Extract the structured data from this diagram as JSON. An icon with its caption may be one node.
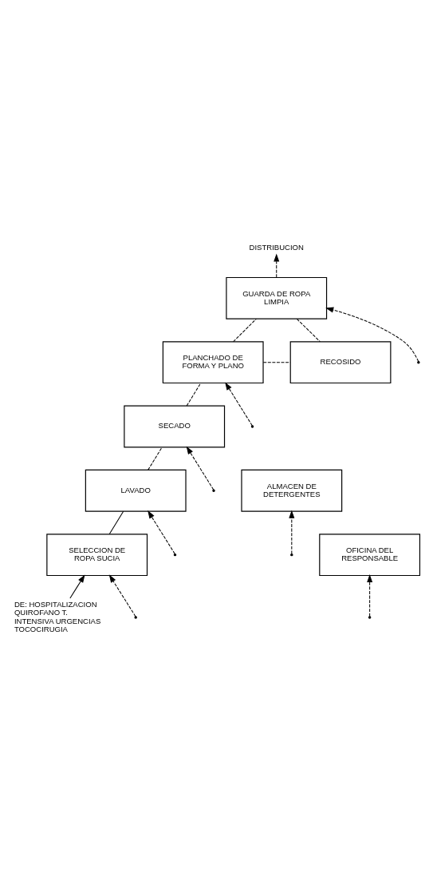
{
  "diagram": {
    "nodes": [
      {
        "text": [
          "DISTRIBUCION"
        ]
      },
      {
        "text": [
          "GUARDA DE ROPA LIMPIA"
        ]
      },
      {
        "text": [
          "PLANCHADO DE FORMA Y PLANO"
        ]
      },
      {
        "text": [
          "RECOSIDO"
        ]
      },
      {
        "text": [
          "SECADO"
        ]
      },
      {
        "text": [
          "LAVADO"
        ]
      },
      {
        "text": [
          "ALMACEN DE DETERGENTES"
        ]
      },
      {
        "text": [
          "SELECCION DE ROPA SUCIA"
        ]
      },
      {
        "text": [
          "OFICINA DEL RESPONSABLE"
        ]
      },
      {
        "text": [
          "DE: HOSPITALIZACION QUIROFANO T. INTENSIVA URGENCIAS TOCOCIRUGIA"
        ]
      }
    ],
    "edges": [
      {
        "from": 1,
        "to": 0,
        "arrow": "to",
        "style": "dashed"
      },
      {
        "from": 2,
        "to": 1,
        "arrow": "none",
        "style": "dashed"
      },
      {
        "from": 1,
        "to": 3,
        "arrow": "none",
        "style": "dashed"
      },
      {
        "from": 2,
        "to": 3,
        "arrow": "none",
        "style": "dashed"
      },
      {
        "from": 4,
        "to": 2,
        "arrow": "none",
        "style": "dashed"
      },
      {
        "from": 5,
        "to": 4,
        "arrow": "none",
        "style": "dashed"
      },
      {
        "from": 7,
        "to": 5,
        "arrow": "none"
      },
      {
        "from": 9,
        "to": 7,
        "arrow": "to"
      },
      {
        "from": null,
        "to": 1,
        "arrow": "to",
        "style": "dashed"
      },
      {
        "from": null,
        "to": 2,
        "arrow": "to",
        "style": "dashed"
      },
      {
        "from": null,
        "to": 4,
        "arrow": "to",
        "style": "dashed"
      },
      {
        "from": null,
        "to": 5,
        "arrow": "to",
        "style": "dashed"
      },
      {
        "from": null,
        "to": 6,
        "arrow": "to",
        "style": "dashed"
      },
      {
        "from": null,
        "to": 7,
        "arrow": "to",
        "style": "dashed"
      },
      {
        "from": null,
        "to": 8,
        "arrow": "to",
        "style": "dashed"
      }
    ]
  }
}
